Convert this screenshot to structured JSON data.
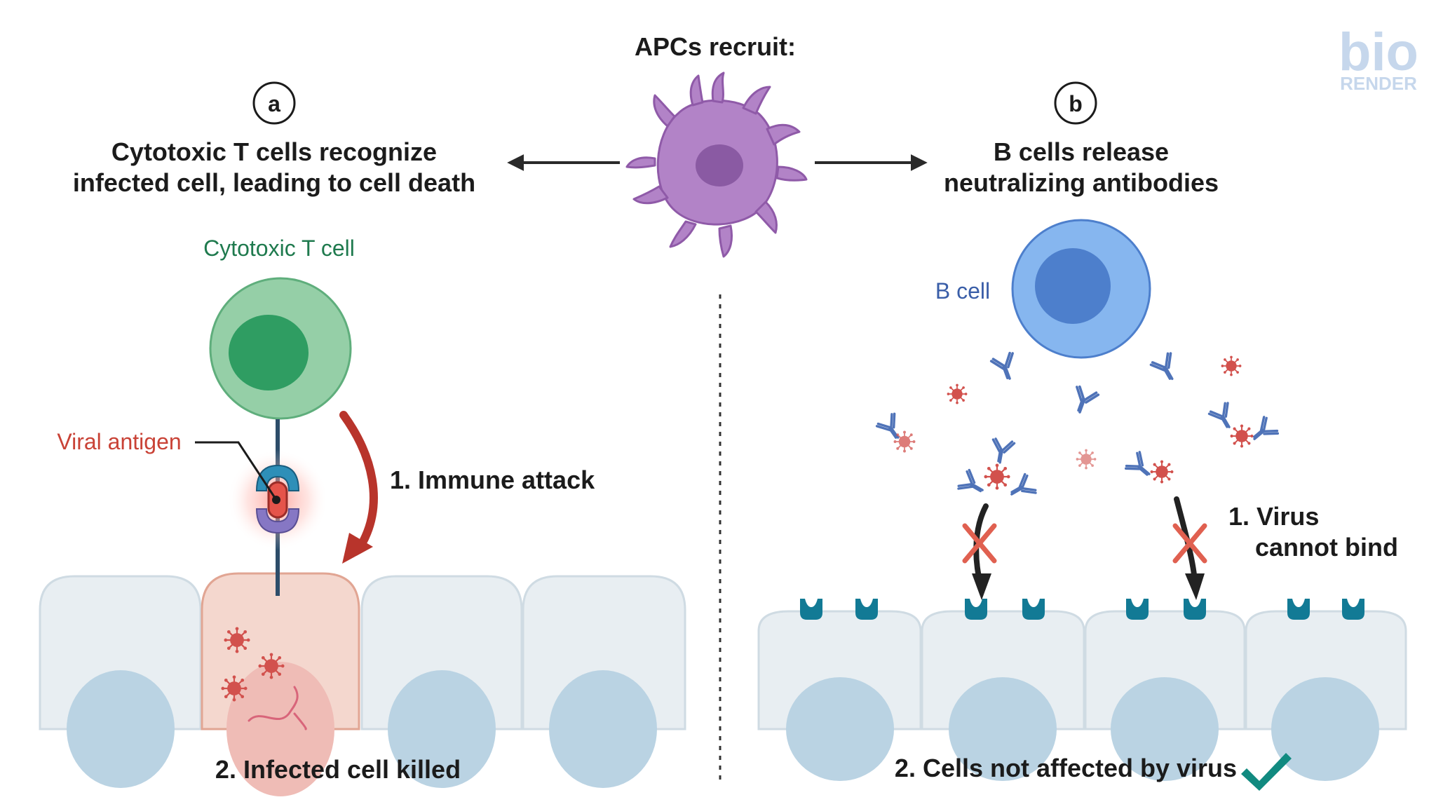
{
  "header": {
    "title": "APCs recruit:"
  },
  "logo": {
    "line1": "bio",
    "line2": "RENDER"
  },
  "panel_a": {
    "badge": "a",
    "heading_line1": "Cytotoxic T cells recognize",
    "heading_line2": "infected cell, leading to cell death",
    "tcell_label": "Cytotoxic T cell",
    "antigen_label": "Viral antigen",
    "step1": "1. Immune attack",
    "step2": "2. Infected cell killed"
  },
  "panel_b": {
    "badge": "b",
    "heading_line1": "B cells release",
    "heading_line2": "neutralizing antibodies",
    "bcell_label": "B cell",
    "step1_line1": "1. Virus",
    "step1_line2": "cannot bind",
    "step2": "2. Cells not affected by virus"
  },
  "colors": {
    "apc": "#b283c7",
    "tcell_outer": "#95cfa7",
    "tcell_nucleus": "#2f9d62",
    "tcell_label": "#1f7a4e",
    "bcell_outer": "#86b6ef",
    "bcell_nucleus": "#4d7fcc",
    "bcell_label": "#3a5ea8",
    "antigen_label": "#c94236",
    "virus": "#d2514d",
    "antibody": "#4f73b8",
    "receptor": "#127a95",
    "epithelium": "#e8eef2",
    "epithelium_nucleus": "#bad3e3",
    "infected_cell": "#f4d7ce",
    "attack_arrow": "#b8342b",
    "check": "#118a80",
    "cross": "#e06050"
  }
}
